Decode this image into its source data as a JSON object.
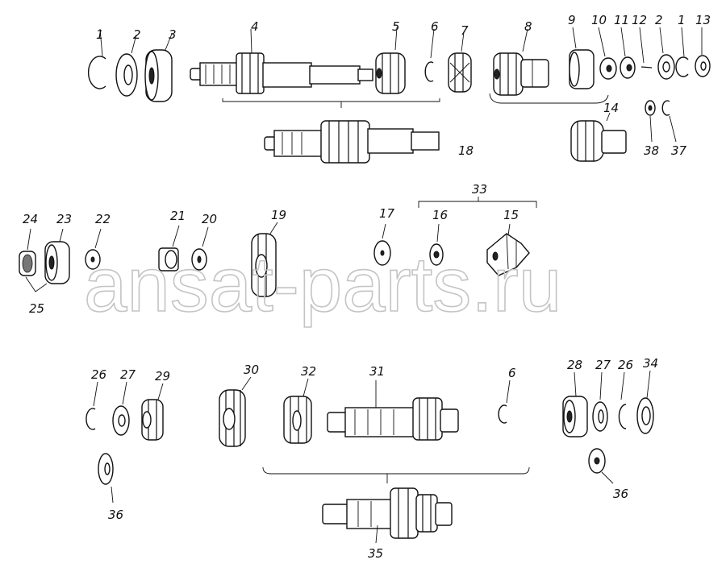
{
  "watermark": "ansat-parts.ru",
  "callouts": {
    "n1": "1",
    "n2": "2",
    "n3": "3",
    "n4": "4",
    "n5": "5",
    "n6": "6",
    "n7": "7",
    "n8": "8",
    "n9": "9",
    "n10": "10",
    "n11": "11",
    "n12": "12",
    "n13": "13",
    "n14": "14",
    "n15": "15",
    "n16": "16",
    "n17": "17",
    "n18": "18",
    "n19": "19",
    "n20": "20",
    "n21": "21",
    "n22": "22",
    "n23": "23",
    "n24": "24",
    "n25": "25",
    "n26": "26",
    "n27": "27",
    "n28": "28",
    "n29": "29",
    "n30": "30",
    "n31": "31",
    "n32": "32",
    "n33": "33",
    "n34": "34",
    "n35": "35",
    "n36": "36",
    "n37": "37",
    "n38": "38"
  }
}
